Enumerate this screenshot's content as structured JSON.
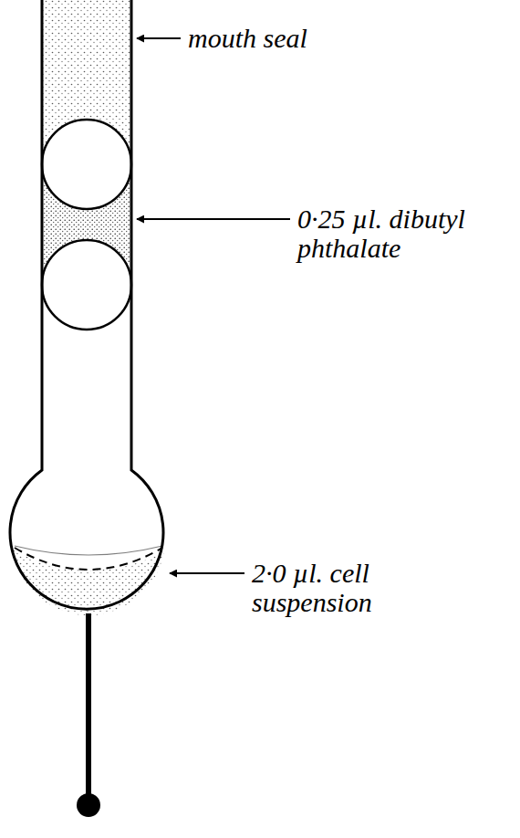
{
  "diagram": {
    "labels": [
      "mouth seal",
      "0·25 µl. dibutyl phthalate",
      "2·0 µl. cell suspension"
    ]
  }
}
